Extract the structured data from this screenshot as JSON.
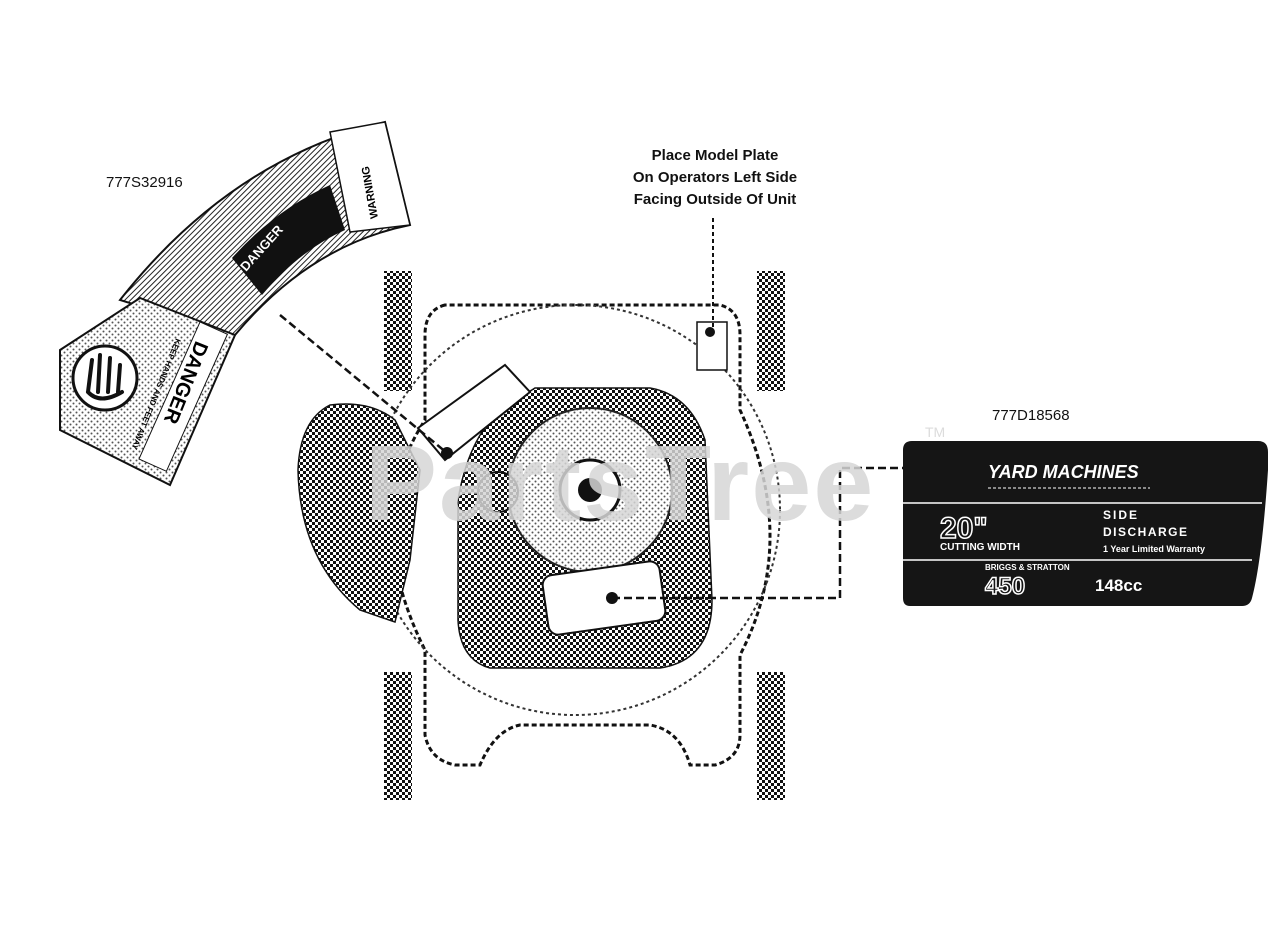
{
  "part_numbers": {
    "left_decal": "777S32916",
    "right_decal": "777D18568"
  },
  "callout": {
    "line1": "Place Model Plate",
    "line2": "On Operators Left Side",
    "line3": "Facing Outside Of Unit"
  },
  "left_decal": {
    "danger_title": "DANGER",
    "danger_subtitle": "KEEP HANDS AND FEET AWAY",
    "warning_title": "WARNING",
    "danger_title_2": "DANGER"
  },
  "brand_decal": {
    "brand": "YARD MACHINES",
    "size": "20\"",
    "size_caption": "CUTTING WIDTH",
    "discharge_line1": "SIDE",
    "discharge_line2": "DISCHARGE",
    "warranty": "1 Year Limited Warranty",
    "engine_brand": "BRIGGS & STRATTON",
    "engine_series": "450",
    "engine_cc": "148cc"
  },
  "watermark": {
    "text": "PartsTree",
    "tm": "TM"
  },
  "colors": {
    "ink": "#111111",
    "decal_bg": "#151515",
    "watermark": "#d6d6d6"
  }
}
